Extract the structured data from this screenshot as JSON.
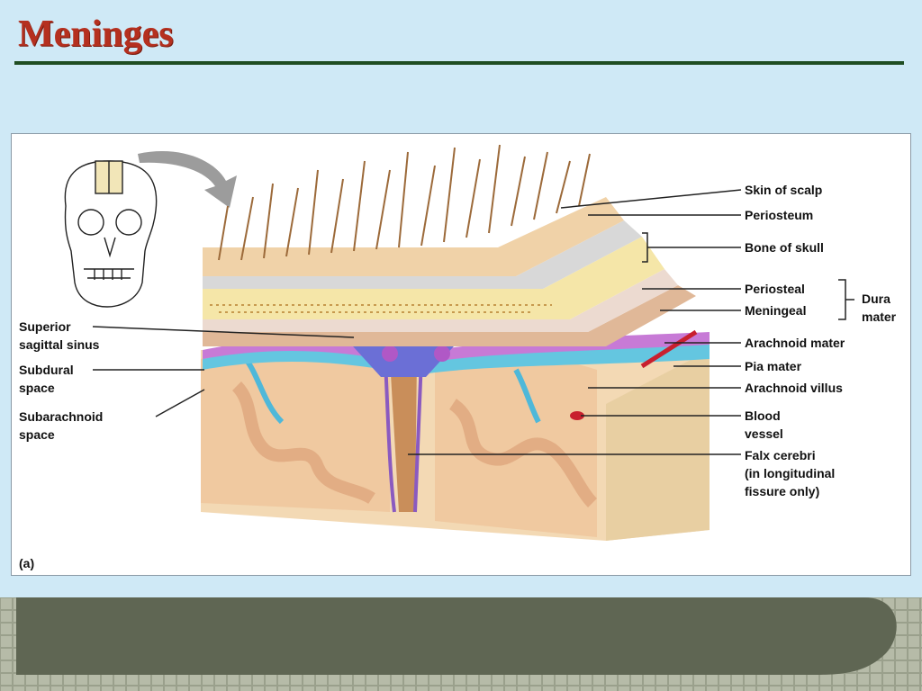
{
  "slide": {
    "title": "Meninges"
  },
  "figure": {
    "panel_label": "(a)",
    "labels_right": {
      "skin_of_scalp": "Skin of scalp",
      "periosteum": "Periosteum",
      "bone_of_skull": "Bone of skull",
      "periosteal": "Periosteal",
      "meningeal": "Meningeal",
      "dura_mater_1": "Dura",
      "dura_mater_2": "mater",
      "arachnoid_mater": "Arachnoid mater",
      "pia_mater": "Pia mater",
      "arachnoid_villus": "Arachnoid villus",
      "blood_vessel_1": "Blood",
      "blood_vessel_2": "vessel",
      "falx_cerebri_1": "Falx cerebri",
      "falx_cerebri_2": "(in longitudinal",
      "falx_cerebri_3": "fissure only)"
    },
    "labels_left": {
      "superior_sagittal_sinus_1": "Superior",
      "superior_sagittal_sinus_2": "sagittal sinus",
      "subdural_space_1": "Subdural",
      "subdural_space_2": "space",
      "subarachnoid_space_1": "Subarachnoid",
      "subarachnoid_space_2": "space"
    }
  },
  "colors": {
    "background": "#cfe9f6",
    "title": "#b5301f",
    "rule": "#1f4d22",
    "scalp": "#f0d2a8",
    "bone": "#f5e6a8",
    "dura": "#d8b49e",
    "arachnoid": "#c77ad6",
    "pia": "#64c6e0",
    "brain": "#f3d9b4",
    "footer": "#5f6653"
  }
}
